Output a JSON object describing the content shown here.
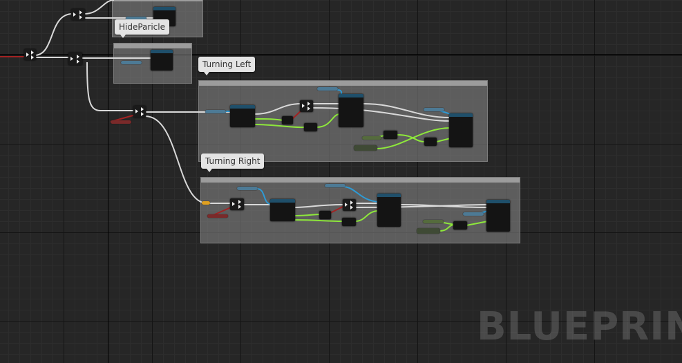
{
  "editor": {
    "watermark": "BLUEPRINT"
  },
  "comments": {
    "hide_particle": "HideParicle",
    "turning_left": "Turning Left",
    "turning_right": "Turning Right"
  },
  "colors": {
    "background": "#262626",
    "exec_wire": "#d9d9d9",
    "object_wire": "#2e9bd6",
    "bool_wire": "#8ee83b",
    "red_wire": "#a32222",
    "function_header": "#1f4f6a"
  }
}
